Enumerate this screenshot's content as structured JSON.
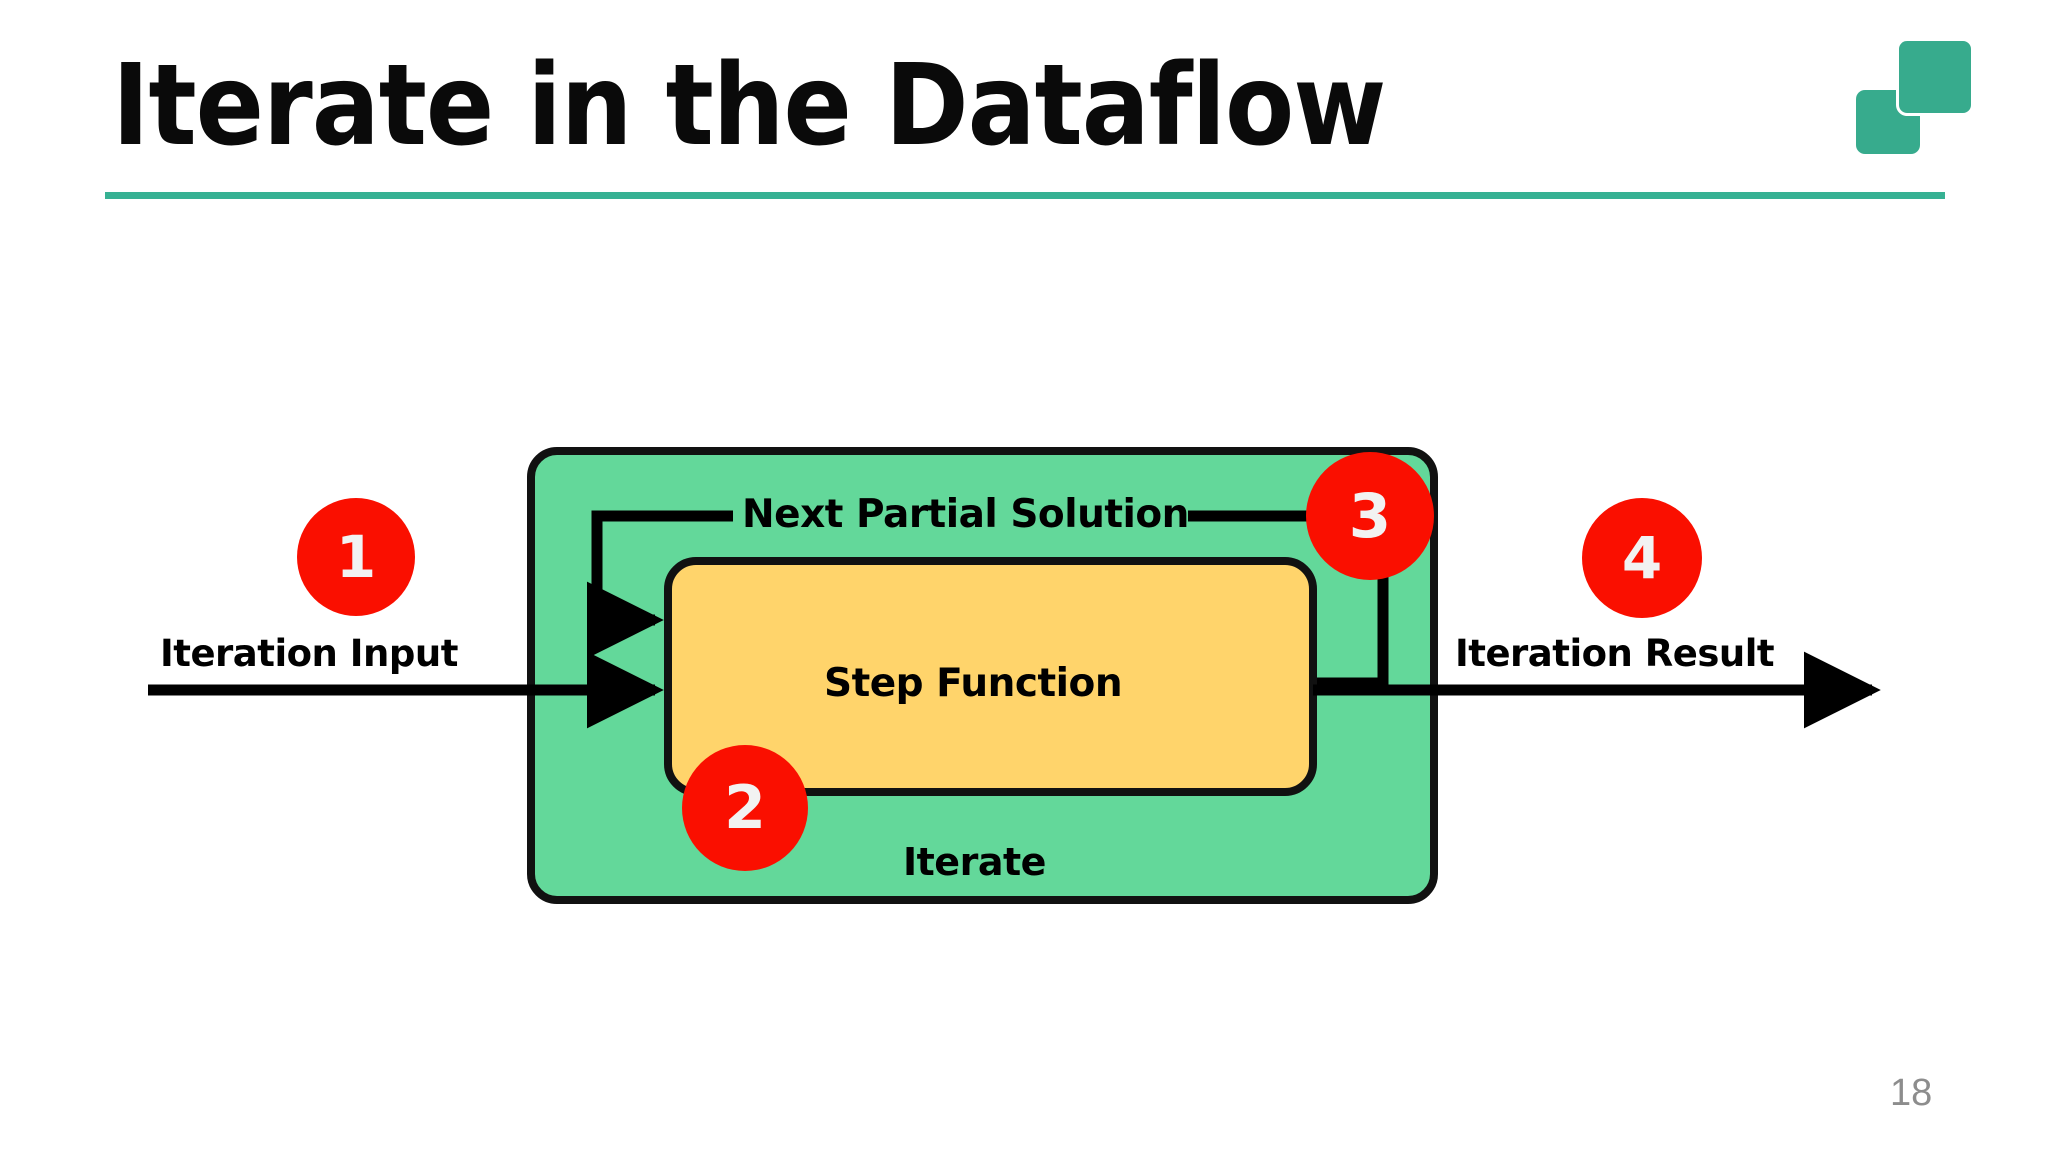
{
  "slide": {
    "title": "Iterate in the Dataflow",
    "page_number": "18",
    "accent_color": "#36b193",
    "logo_color": "#37ab8d",
    "badge_color": "#fa0f00",
    "container_fill": "#63d89a",
    "box_fill": "#ffd46b",
    "stroke_color": "#000000"
  },
  "diagram": {
    "type": "dataflow-iteration",
    "container_label": "Iterate",
    "inner_box_label": "Step Function",
    "feedback_label": "Next Partial Solution",
    "input_label": "Iteration Input",
    "output_label": "Iteration Result",
    "badges": [
      {
        "number": "1",
        "annotates": "Iteration Input"
      },
      {
        "number": "2",
        "annotates": "Step Function"
      },
      {
        "number": "3",
        "annotates": "Next Partial Solution"
      },
      {
        "number": "4",
        "annotates": "Iteration Result"
      }
    ]
  }
}
